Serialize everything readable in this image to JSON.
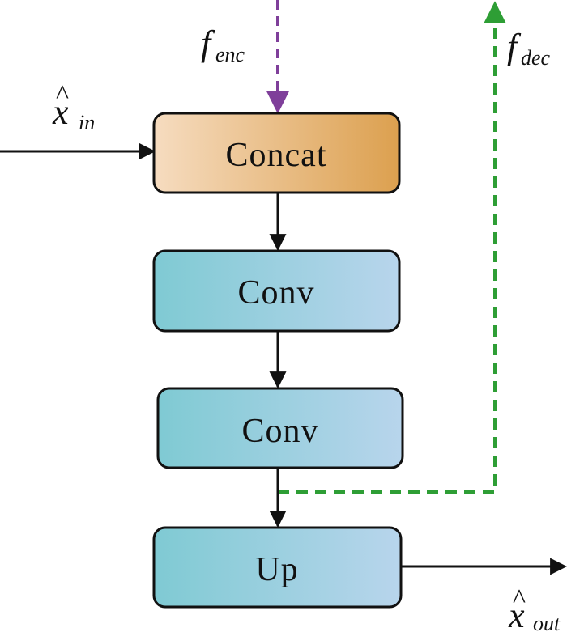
{
  "blocks": {
    "concat": "Concat",
    "conv1": "Conv",
    "conv2": "Conv",
    "up": "Up"
  },
  "labels": {
    "x_in": {
      "main": "x",
      "sub": "in",
      "hat": "^"
    },
    "x_out": {
      "main": "x",
      "sub": "out",
      "hat": "^"
    },
    "f_enc": {
      "main": "f",
      "sub": "enc"
    },
    "f_dec": {
      "main": "f",
      "sub": "dec"
    }
  },
  "colors": {
    "concat_start": "#f6dcc0",
    "concat_end": "#dca04f",
    "conv_start": "#7fcad3",
    "conv_end": "#b8d5ec",
    "f_enc_arrow": "#7f3f9a",
    "f_dec_arrow": "#2e9e35",
    "edge": "#111111"
  }
}
